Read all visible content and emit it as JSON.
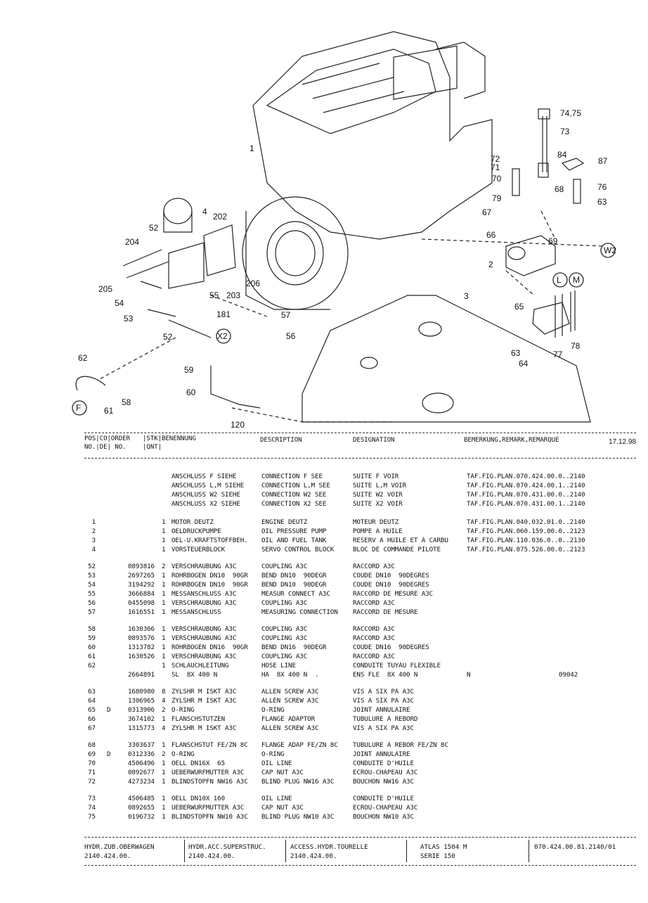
{
  "diagram": {
    "callouts": [
      "1",
      "2",
      "3",
      "4",
      "52",
      "202",
      "204",
      "205",
      "54",
      "53",
      "55",
      "203",
      "206",
      "181",
      "57",
      "56",
      "X2",
      "52",
      "62",
      "F",
      "61",
      "58",
      "59",
      "60",
      "120",
      "74,75",
      "73",
      "72",
      "71",
      "70",
      "84",
      "87",
      "76",
      "68",
      "63",
      "79",
      "67",
      "66",
      "69",
      "W2",
      "L",
      "M",
      "65",
      "63",
      "77",
      "78",
      "64"
    ]
  },
  "header": {
    "col1_line1": "POS|CO|ORDER",
    "col1_line2": "NO.|DE| NO.",
    "stk_line1": "|STK|BENENNUNG",
    "stk_line2": "|QNT|",
    "description": "DESCRIPTION",
    "designation": "DESIGNATION",
    "remark": "BEMERKUNG,REMARK,REMARQUE",
    "date": "17.12.98"
  },
  "rows": [
    {
      "pos": "",
      "co": "",
      "order": "",
      "qty": "",
      "ben": "ANSCHLUSS F SIEHE",
      "desc": "CONNECTION F SEE",
      "desig": "SUITE F VOIR",
      "rem": "TAF.FIG.PLAN.070.424.00.0..2140",
      "note": ""
    },
    {
      "pos": "",
      "co": "",
      "order": "",
      "qty": "",
      "ben": "ANSCHLUSS L,M SIEHE",
      "desc": "CONNECTION L,M SEE",
      "desig": "SUITE L,M VOIR",
      "rem": "TAF.FIG.PLAN.070.424.00.1..2140",
      "note": ""
    },
    {
      "pos": "",
      "co": "",
      "order": "",
      "qty": "",
      "ben": "ANSCHLUSS W2 SIEHE",
      "desc": "CONNECTION W2 SEE",
      "desig": "SUITE W2 VOIR",
      "rem": "TAF.FIG.PLAN.070.431.00.0..2140",
      "note": ""
    },
    {
      "pos": "",
      "co": "",
      "order": "",
      "qty": "",
      "ben": "ANSCHLUSS X2 SIEHE",
      "desc": "CONNECTION X2 SEE",
      "desig": "SUITE X2 VOIR",
      "rem": "TAF.FIG.PLAN.070.431.00.1..2140",
      "note": ""
    },
    {
      "pos": "1",
      "co": "",
      "order": "",
      "qty": "1",
      "ben": "MOTOR DEUTZ",
      "desc": "ENGINE DEUTZ",
      "desig": "MOTEUR DEUTZ",
      "rem": "TAF.FIG.PLAN.040.032.01.0..2140",
      "note": ""
    },
    {
      "pos": "2",
      "co": "",
      "order": "",
      "qty": "1",
      "ben": "OELDRUCKPUMPE",
      "desc": "OIL PRESSURE PUMP",
      "desig": "POMPE A HUILE",
      "rem": "TAF.FIG.PLAN.060.159.00.0..2123",
      "note": ""
    },
    {
      "pos": "3",
      "co": "",
      "order": "",
      "qty": "1",
      "ben": "OEL-U.KRAFTSTOFFBEH.",
      "desc": "OIL AND FUEL TANK",
      "desig": "RESERV A HUILE ET A CARBU",
      "rem": "TAF.FIG.PLAN.110.036.0..0..2130",
      "note": ""
    },
    {
      "pos": "4",
      "co": "",
      "order": "",
      "qty": "1",
      "ben": "VORSTEUERBLOCK",
      "desc": "SERVO CONTROL BLOCK",
      "desig": "BLOC DE COMMANDE PILOTE",
      "rem": "TAF.FIG.PLAN.075.526.00.0..2123",
      "note": ""
    },
    {
      "pos": "52",
      "co": "",
      "order": "0893816",
      "qty": "2",
      "ben": "VERSCHRAUBUNG A3C",
      "desc": "COUPLING A3C",
      "desig": "RACCORD A3C",
      "rem": "",
      "note": ""
    },
    {
      "pos": "53",
      "co": "",
      "order": "2697265",
      "qty": "1",
      "ben": "ROHRBOGEN DN10  90GR",
      "desc": "BEND DN10  90DEGR",
      "desig": "COUDE DN10  90DEGRES",
      "rem": "",
      "note": ""
    },
    {
      "pos": "54",
      "co": "",
      "order": "3194292",
      "qty": "1",
      "ben": "ROHRBOGEN DN10  90GR",
      "desc": "BEND DN10  90DEGR",
      "desig": "COUDE DN10  90DEGRES",
      "rem": "",
      "note": ""
    },
    {
      "pos": "55",
      "co": "",
      "order": "3666884",
      "qty": "1",
      "ben": "MESSANSCHLUSS A3C",
      "desc": "MEASUR CONNECT A3C",
      "desig": "RACCORD DE MESURE A3C",
      "rem": "",
      "note": ""
    },
    {
      "pos": "56",
      "co": "",
      "order": "0455098",
      "qty": "1",
      "ben": "VERSCHRAUBUNG A3C",
      "desc": "COUPLING A3C",
      "desig": "RACCORD A3C",
      "rem": "",
      "note": ""
    },
    {
      "pos": "57",
      "co": "",
      "order": "1616551",
      "qty": "1",
      "ben": "MESSANSCHLUSS",
      "desc": "MEASURING CONNECTION",
      "desig": "RACCORD DE MESURE",
      "rem": "",
      "note": ""
    },
    {
      "pos": "58",
      "co": "",
      "order": "1630366",
      "qty": "1",
      "ben": "VERSCHRAUBUNG A3C",
      "desc": "COUPLING A3C",
      "desig": "RACCORD A3C",
      "rem": "",
      "note": ""
    },
    {
      "pos": "59",
      "co": "",
      "order": "0893576",
      "qty": "1",
      "ben": "VERSCHRAUBUNG A3C",
      "desc": "COUPLING A3C",
      "desig": "RACCORD A3C",
      "rem": "",
      "note": ""
    },
    {
      "pos": "60",
      "co": "",
      "order": "1313782",
      "qty": "1",
      "ben": "ROHRBOGEN DN16  90GR",
      "desc": "BEND DN16  90DEGR",
      "desig": "COUDE DN16  90DEGRES",
      "rem": "",
      "note": ""
    },
    {
      "pos": "61",
      "co": "",
      "order": "1630526",
      "qty": "1",
      "ben": "VERSCHRAUBUNG A3C",
      "desc": "COUPLING A3C",
      "desig": "RACCORD A3C",
      "rem": "",
      "note": ""
    },
    {
      "pos": "62",
      "co": "",
      "order": "",
      "qty": "1",
      "ben": "SCHLAUCHLEITUNG",
      "desc": "HOSE LINE",
      "desig": "CONDUITE TUYAU FLEXIBLE",
      "rem": "",
      "note": ""
    },
    {
      "pos": "",
      "co": "",
      "order": "2664891",
      "qty": "",
      "ben": "SL  8X 400 N",
      "desc": "HA  8X 400 N  .",
      "desig": "ENS FLE  8X 400 N",
      "rem": "N",
      "note": "09042"
    },
    {
      "pos": "63",
      "co": "",
      "order": "1680980",
      "qty": "8",
      "ben": "ZYLSHR M ISKT A3C",
      "desc": "ALLEN SCREW A3C",
      "desig": "VIS A SIX PA A3C",
      "rem": "",
      "note": ""
    },
    {
      "pos": "64",
      "co": "",
      "order": "1306965",
      "qty": "4",
      "ben": "ZYLSHR M ISKT A3C",
      "desc": "ALLEN SCREW A3C",
      "desig": "VIS A SIX PA A3C",
      "rem": "",
      "note": ""
    },
    {
      "pos": "65",
      "co": "D",
      "order": "0313906",
      "qty": "2",
      "ben": "O-RING",
      "desc": "O-RING",
      "desig": "JOINT ANNULAIRE",
      "rem": "",
      "note": ""
    },
    {
      "pos": "66",
      "co": "",
      "order": "3674102",
      "qty": "1",
      "ben": "FLANSCHSTUTZEN",
      "desc": "FLANGE ADAPTOR",
      "desig": "TUBULURE A REBORD",
      "rem": "",
      "note": ""
    },
    {
      "pos": "67",
      "co": "",
      "order": "1315773",
      "qty": "4",
      "ben": "ZYLSHR M ISKT A3C",
      "desc": "ALLEN SCREW A3C",
      "desig": "VIS A SIX PA A3C",
      "rem": "",
      "note": ""
    },
    {
      "pos": "68",
      "co": "",
      "order": "3303637",
      "qty": "1",
      "ben": "FLANSCHSTUT FE/ZN 8C",
      "desc": "FLANGE ADAP FE/ZN 8C",
      "desig": "TUBULURE A REBOR FE/ZN 8C",
      "rem": "",
      "note": ""
    },
    {
      "pos": "69",
      "co": "D",
      "order": "0312336",
      "qty": "2",
      "ben": "O-RING",
      "desc": "O-RING",
      "desig": "JOINT ANNULAIRE",
      "rem": "",
      "note": ""
    },
    {
      "pos": "70",
      "co": "",
      "order": "4506496",
      "qty": "1",
      "ben": "OELL DN16X  65",
      "desc": "OIL LINE",
      "desig": "CONDUITE D'HUILE",
      "rem": "",
      "note": ""
    },
    {
      "pos": "71",
      "co": "",
      "order": "0892677",
      "qty": "1",
      "ben": "UEBERWURFMUTTER A3C",
      "desc": "CAP NUT A3C",
      "desig": "ECROU-CHAPEAU A3C",
      "rem": "",
      "note": ""
    },
    {
      "pos": "72",
      "co": "",
      "order": "4273234",
      "qty": "1",
      "ben": "BLINDSTOPFN NW16 A3C",
      "desc": "BLIND PLUG NW16 A3C",
      "desig": "BOUCHON NW16 A3C",
      "rem": "",
      "note": ""
    },
    {
      "pos": "73",
      "co": "",
      "order": "4506485",
      "qty": "1",
      "ben": "OELL DN10X 160",
      "desc": "OIL LINE",
      "desig": "CONDUITE D'HUILE",
      "rem": "",
      "note": ""
    },
    {
      "pos": "74",
      "co": "",
      "order": "0892655",
      "qty": "1",
      "ben": "UEBERWURFMUTTER A3C",
      "desc": "CAP NUT A3C",
      "desig": "ECROU-CHAPEAU A3C",
      "rem": "",
      "note": ""
    },
    {
      "pos": "75",
      "co": "",
      "order": "0196732",
      "qty": "1",
      "ben": "BLINDSTOPFN NW10 A3C",
      "desc": "BLIND PLUG NW10 A3C",
      "desig": "BOUCHON NW10 A3C",
      "rem": "",
      "note": ""
    }
  ],
  "footer": {
    "de_line1": "HYDR.ZUB.OBERWAGEN",
    "de_line2": "2140.424.00.",
    "en_line1": "HYDR.ACC.SUPERSTRUC.",
    "en_line2": "2140.424.00.",
    "fr_line1": "ACCESS.HYDR.TOURELLE",
    "fr_line2": "2140.424.00.",
    "model_line1": "ATLAS 1504 M",
    "model_line2": "SERIE 150",
    "docno": "070.424.00.81.2140/01"
  }
}
